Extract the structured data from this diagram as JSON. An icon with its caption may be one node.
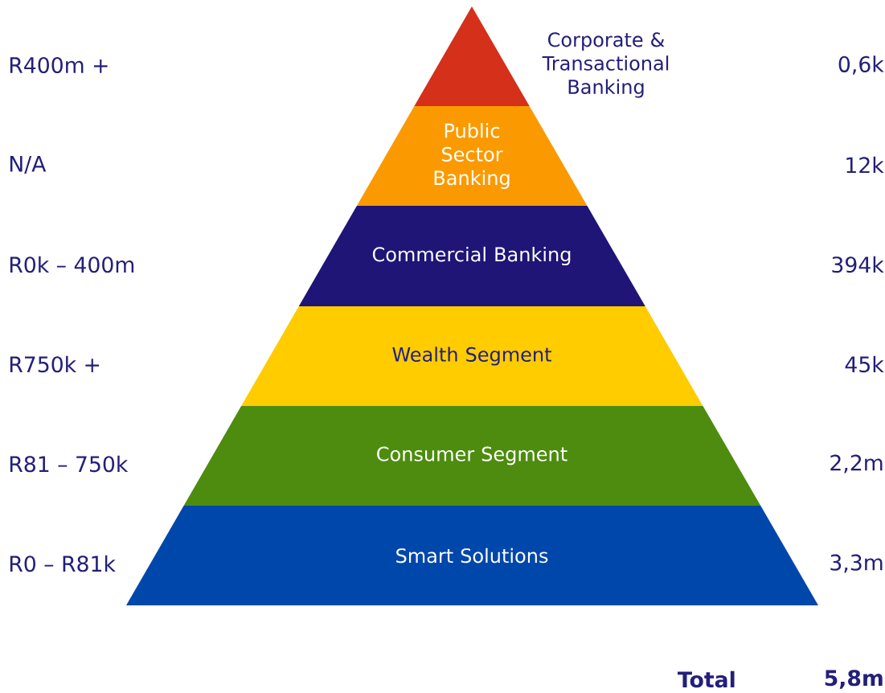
{
  "diagram": {
    "nodes": [
      {
        "text": [
          "Corporate & Transactional Banking"
        ]
      },
      {
        "text": [
          "Public Sector Banking"
        ]
      },
      {
        "text": [
          "Commercial Banking"
        ]
      },
      {
        "text": [
          "Wealth Segment"
        ]
      },
      {
        "text": [
          "Consumer Segment"
        ]
      },
      {
        "text": [
          "Smart Solutions"
        ]
      }
    ],
    "labels": [
      "R400m +",
      "0,6k",
      "N/A",
      "12k",
      "R0k – 400m",
      "394k",
      "R750k +",
      "45k",
      "R81 – 750k",
      "2,2m",
      "R0 – R81k",
      "3,3m",
      "Total",
      "5,8m"
    ]
  }
}
